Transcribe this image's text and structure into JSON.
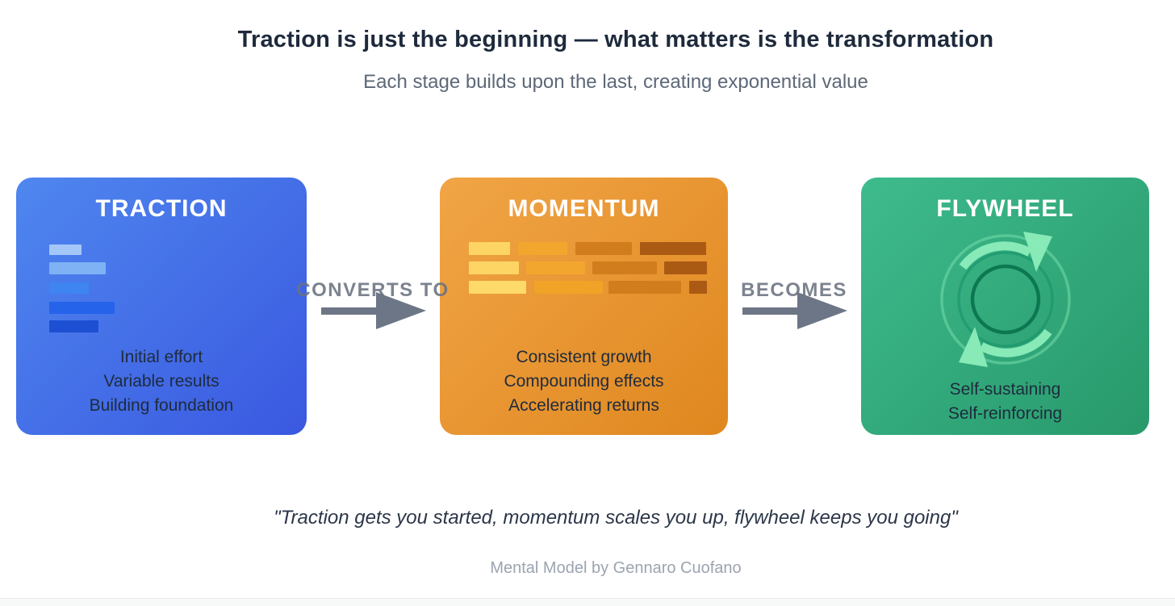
{
  "header": {
    "title": "Traction is just the beginning — what matters is the transformation",
    "subtitle": "Each stage builds upon the last, creating exponential value"
  },
  "stages": [
    {
      "name": "TRACTION",
      "icon": "ascending-bars-icon",
      "descriptions": [
        "Initial effort",
        "Variable results",
        "Building foundation"
      ],
      "gradient": [
        "#4f87ef",
        "#3a58e0"
      ],
      "bar_colors": [
        "#a3c7f8",
        "#7fb2f4",
        "#3e85f1",
        "#2563ea",
        "#1d4fd2"
      ]
    },
    {
      "name": "MOMENTUM",
      "icon": "stacked-growth-bars-icon",
      "descriptions": [
        "Consistent growth",
        "Compounding effects",
        "Accelerating returns"
      ],
      "gradient": [
        "#f1a546",
        "#df871f"
      ],
      "bar_colors": [
        "#fdd565",
        "#f2a62e",
        "#d17d1e",
        "#aa5a13"
      ]
    },
    {
      "name": "FLYWHEEL",
      "icon": "cycle-arrows-icon",
      "descriptions": [
        "Self-sustaining",
        "Self-reinforcing"
      ],
      "gradient": [
        "#3ebb8d",
        "#28996b"
      ],
      "icon_colors": [
        "#8ceebb",
        "#17936a",
        "#0c7852"
      ]
    }
  ],
  "connectors": [
    {
      "label": "CONVERTS TO"
    },
    {
      "label": "BECOMES"
    }
  ],
  "footer": {
    "quote": "\"Traction gets you started, momentum scales you up, flywheel keeps you going\"",
    "attribution": "Mental Model by Gennaro Cuofano"
  }
}
